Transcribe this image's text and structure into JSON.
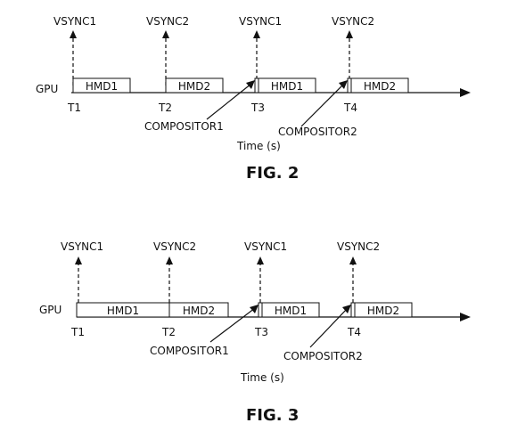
{
  "figures": [
    {
      "caption": "FIG. 2",
      "lane_label": "GPU",
      "time_label": "Time (s)",
      "vsync_labels": [
        "VSYNC1",
        "VSYNC2",
        "VSYNC1",
        "VSYNC2"
      ],
      "tick_labels": [
        "T1",
        "T2",
        "T3",
        "T4"
      ],
      "frames": [
        "HMD1",
        "HMD2",
        "HMD1",
        "HMD2"
      ],
      "compositors": [
        "COMPOSITOR1",
        "COMPOSITOR2"
      ]
    },
    {
      "caption": "FIG. 3",
      "lane_label": "GPU",
      "time_label": "Time (s)",
      "vsync_labels": [
        "VSYNC1",
        "VSYNC2",
        "VSYNC1",
        "VSYNC2"
      ],
      "tick_labels": [
        "T1",
        "T2",
        "T3",
        "T4"
      ],
      "frames": [
        "HMD1",
        "HMD2",
        "HMD1",
        "HMD2"
      ],
      "compositors": [
        "COMPOSITOR1",
        "COMPOSITOR2"
      ]
    }
  ]
}
